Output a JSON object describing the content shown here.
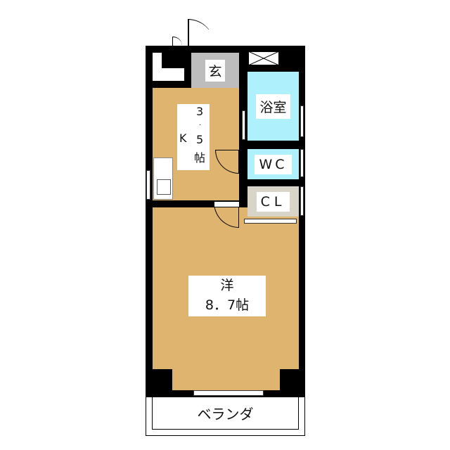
{
  "rooms": {
    "entrance": "玄",
    "bathroom": "浴室",
    "toilet": "WC",
    "closet": "CL",
    "kitchen": {
      "type": "K",
      "size_num1": "3",
      "dot": ".",
      "size_num2": "5",
      "unit": "帖"
    },
    "western_room": {
      "type": "洋",
      "size": "8．7帖"
    },
    "balcony": "ベランダ"
  },
  "colors": {
    "wall": "#000000",
    "floor": "#dfb46f",
    "wet_area": "#aef0fb",
    "entrance": "#bdbdbd",
    "closet": "#d8d4c8"
  }
}
